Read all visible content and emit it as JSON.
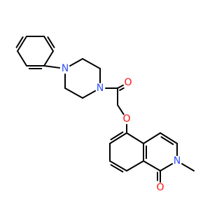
{
  "molecule": {
    "atoms": [
      {
        "id": "c1",
        "symbol": "",
        "element": "C"
      },
      {
        "id": "c2",
        "symbol": "",
        "element": "C"
      },
      {
        "id": "c3",
        "symbol": "",
        "element": "C"
      },
      {
        "id": "c4",
        "symbol": "",
        "element": "C"
      },
      {
        "id": "c5",
        "symbol": "",
        "element": "C"
      },
      {
        "id": "c6",
        "symbol": "",
        "element": "C"
      },
      {
        "id": "n1",
        "symbol": "N",
        "element": "N"
      },
      {
        "id": "c7",
        "symbol": "",
        "element": "C"
      },
      {
        "id": "c8",
        "symbol": "",
        "element": "C"
      },
      {
        "id": "n2",
        "symbol": "N",
        "element": "N"
      },
      {
        "id": "c9",
        "symbol": "",
        "element": "C"
      },
      {
        "id": "c10",
        "symbol": "",
        "element": "C"
      },
      {
        "id": "c11",
        "symbol": "",
        "element": "C"
      },
      {
        "id": "o1",
        "symbol": "O",
        "element": "O"
      },
      {
        "id": "c12",
        "symbol": "",
        "element": "C"
      },
      {
        "id": "o2",
        "symbol": "O",
        "element": "O"
      },
      {
        "id": "c13",
        "symbol": "",
        "element": "C"
      },
      {
        "id": "c14",
        "symbol": "",
        "element": "C"
      },
      {
        "id": "c15",
        "symbol": "",
        "element": "C"
      },
      {
        "id": "c16",
        "symbol": "",
        "element": "C"
      },
      {
        "id": "c17",
        "symbol": "",
        "element": "C"
      },
      {
        "id": "c18",
        "symbol": "",
        "element": "C"
      },
      {
        "id": "c19",
        "symbol": "",
        "element": "C"
      },
      {
        "id": "n3",
        "symbol": "N",
        "element": "N"
      },
      {
        "id": "c20",
        "symbol": "",
        "element": "C"
      },
      {
        "id": "o3",
        "symbol": "O",
        "element": "O"
      },
      {
        "id": "c21",
        "symbol": "",
        "element": "C"
      },
      {
        "id": "c22",
        "symbol": "",
        "element": "C"
      }
    ],
    "bonds": [
      {
        "a": "c1",
        "b": "c2",
        "order": 2
      },
      {
        "a": "c2",
        "b": "c3",
        "order": 1
      },
      {
        "a": "c3",
        "b": "c4",
        "order": 2
      },
      {
        "a": "c4",
        "b": "c5",
        "order": 1
      },
      {
        "a": "c5",
        "b": "c6",
        "order": 2
      },
      {
        "a": "c6",
        "b": "c1",
        "order": 1
      },
      {
        "a": "c4",
        "b": "n1",
        "order": 1
      },
      {
        "a": "n1",
        "b": "c7",
        "order": 1
      },
      {
        "a": "c7",
        "b": "c8",
        "order": 1
      },
      {
        "a": "c8",
        "b": "n2",
        "order": 1
      },
      {
        "a": "n2",
        "b": "c9",
        "order": 1
      },
      {
        "a": "c9",
        "b": "c10",
        "order": 1
      },
      {
        "a": "c10",
        "b": "n1",
        "order": 1
      },
      {
        "a": "n2",
        "b": "c11",
        "order": 1
      },
      {
        "a": "c11",
        "b": "o1",
        "order": 2
      },
      {
        "a": "c11",
        "b": "c12",
        "order": 1
      },
      {
        "a": "c12",
        "b": "o2",
        "order": 1
      },
      {
        "a": "o2",
        "b": "c13",
        "order": 1
      },
      {
        "a": "c13",
        "b": "c14",
        "order": 1
      },
      {
        "a": "c14",
        "b": "c15",
        "order": 2
      },
      {
        "a": "c15",
        "b": "c16",
        "order": 1
      },
      {
        "a": "c16",
        "b": "c17",
        "order": 2
      },
      {
        "a": "c17",
        "b": "c18",
        "order": 1
      },
      {
        "a": "c18",
        "b": "c13",
        "order": 2
      },
      {
        "a": "c18",
        "b": "c19",
        "order": 1
      },
      {
        "a": "c19",
        "b": "n3",
        "order": 1
      },
      {
        "a": "n3",
        "b": "c20",
        "order": 1
      },
      {
        "a": "c20",
        "b": "c21",
        "order": 2
      },
      {
        "a": "c21",
        "b": "c22",
        "order": 1
      },
      {
        "a": "c22",
        "b": "c17",
        "order": 1
      },
      {
        "a": "c19",
        "b": "o3",
        "order": 2
      },
      {
        "a": "n3",
        "b": "c_methyl",
        "order": 1
      }
    ],
    "colors": {
      "bond": "#000000",
      "N": "#3050F8",
      "O": "#FF0D0D",
      "C": "#000000"
    }
  }
}
